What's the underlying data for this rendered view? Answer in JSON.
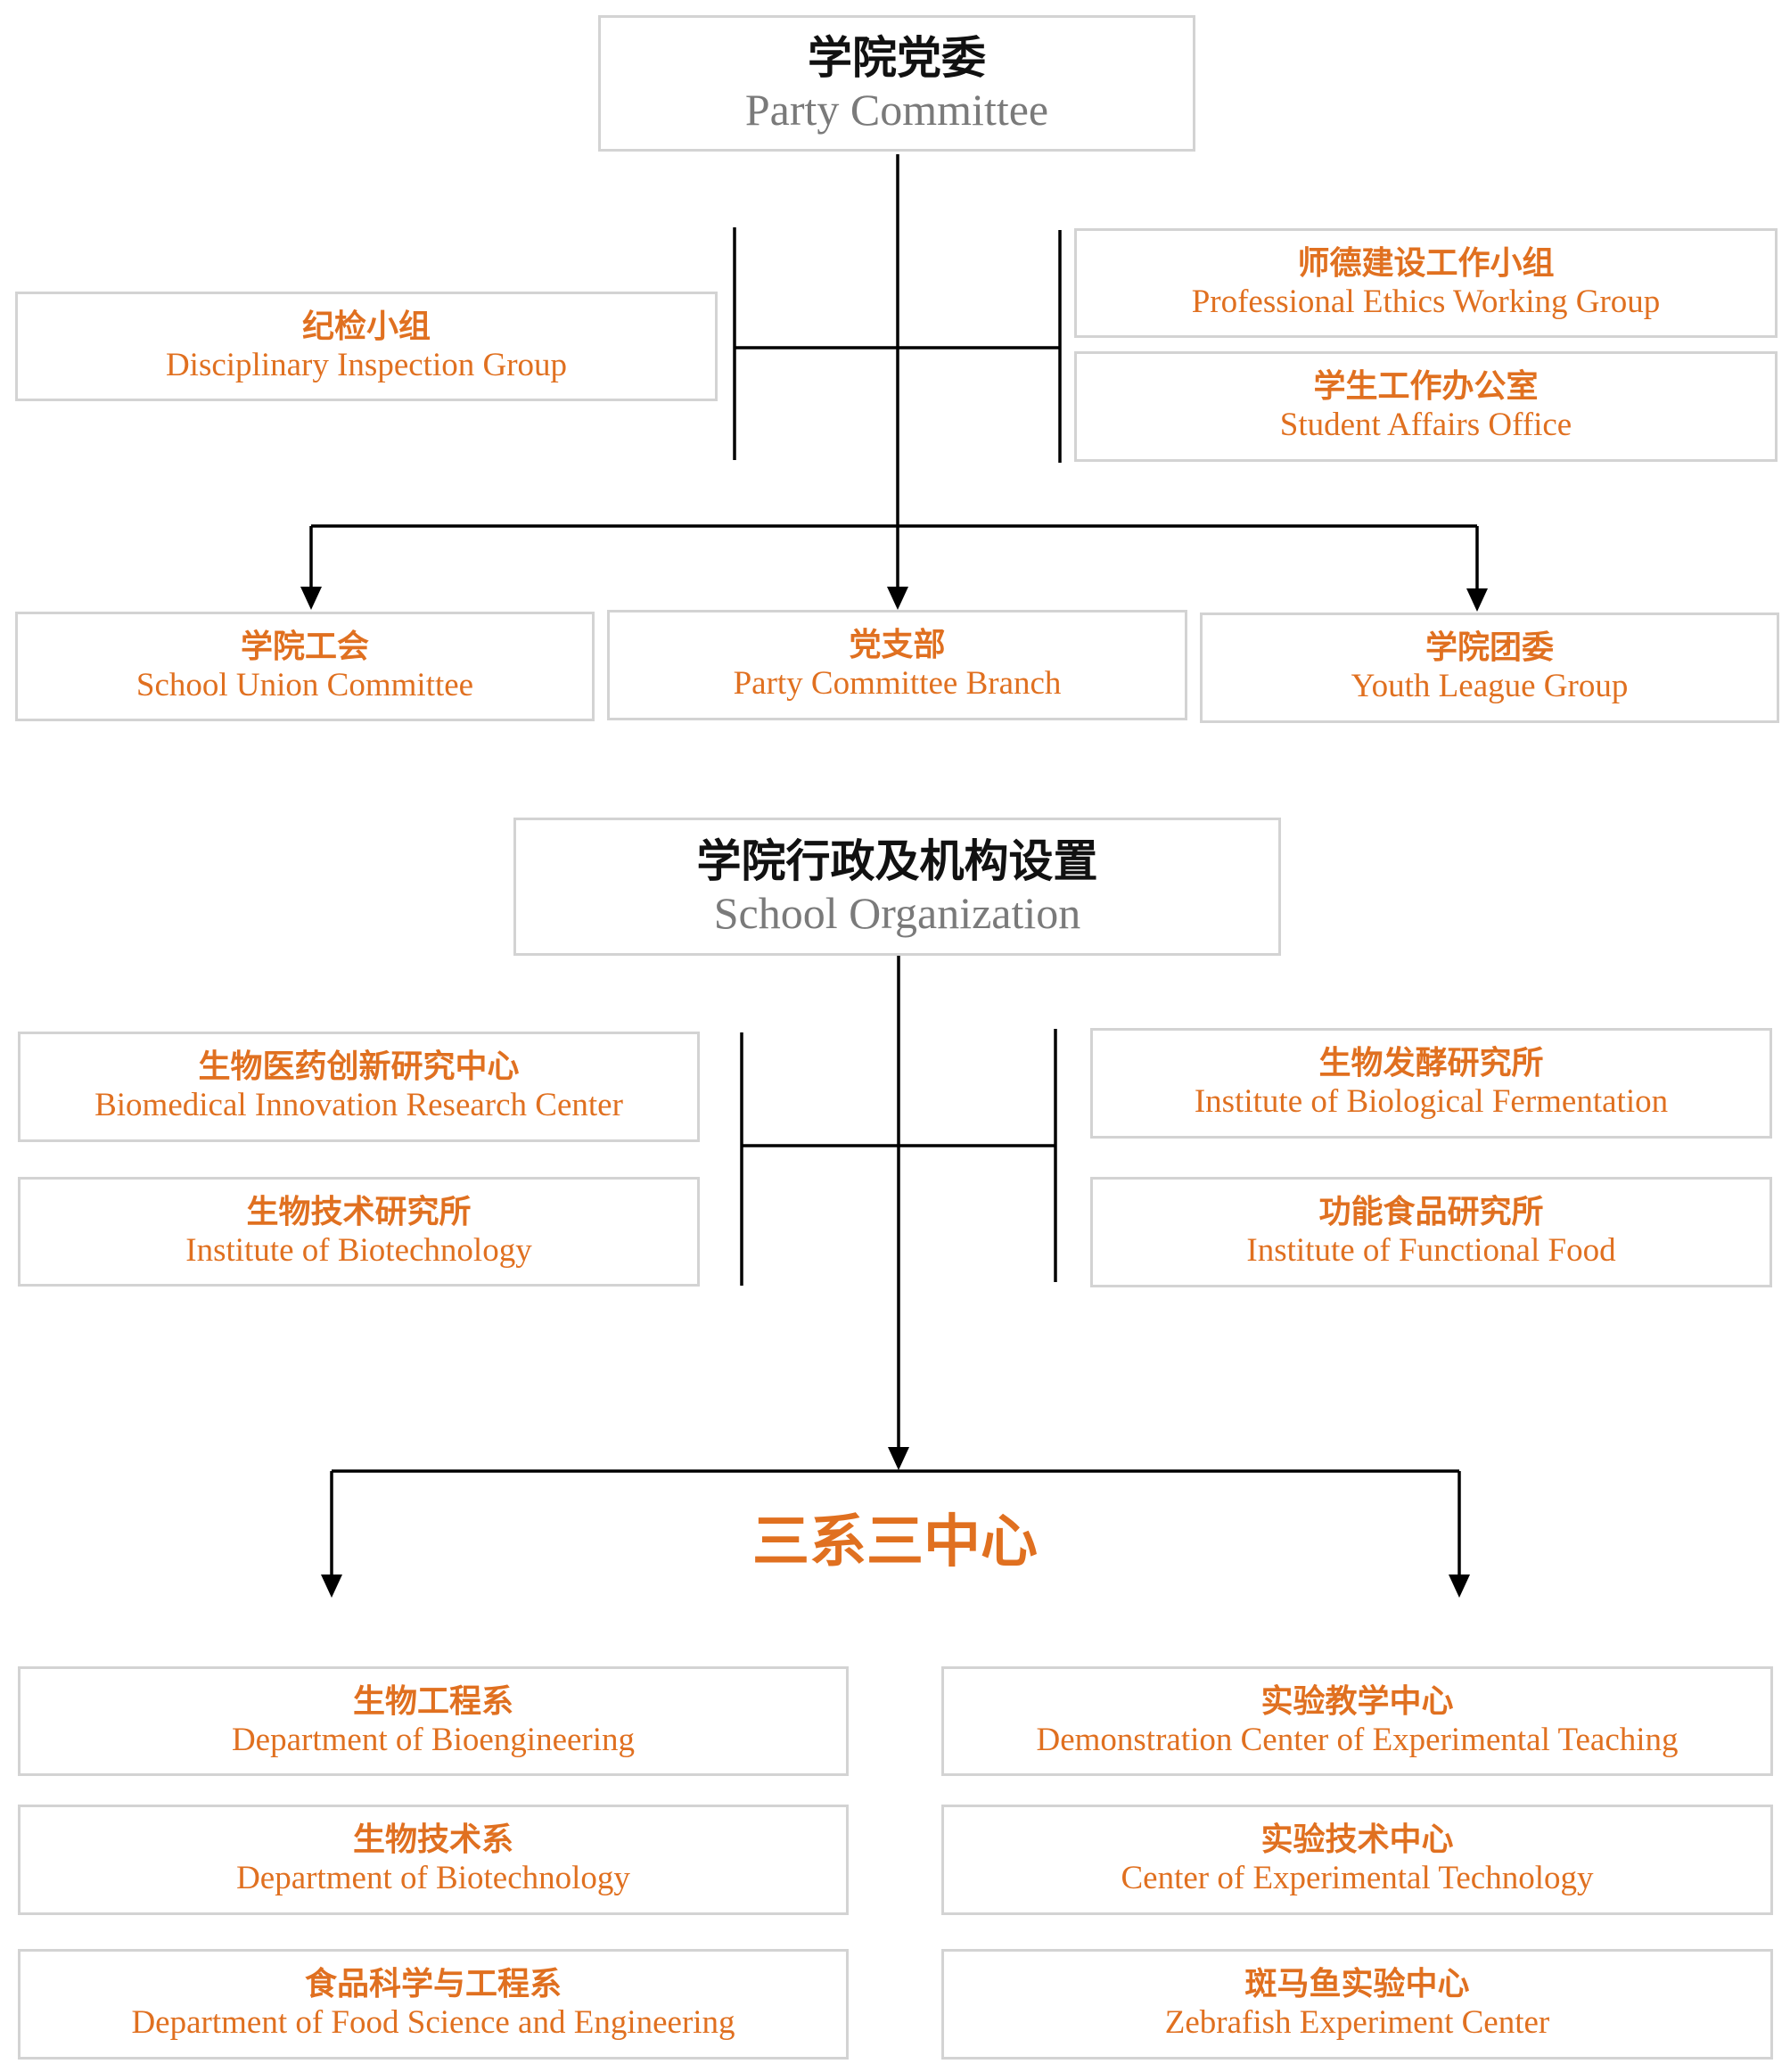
{
  "party": {
    "header": {
      "zh": "学院党委",
      "en": "Party Committee"
    },
    "side_left": [
      {
        "zh": "纪检小组",
        "en": "Disciplinary Inspection Group"
      }
    ],
    "side_right": [
      {
        "zh": "师德建设工作小组",
        "en": "Professional Ethics Working Group"
      },
      {
        "zh": "学生工作办公室",
        "en": "Student Affairs Office"
      }
    ],
    "children": [
      {
        "zh": "学院工会",
        "en": "School Union Committee"
      },
      {
        "zh": "党支部",
        "en": "Party Committee Branch"
      },
      {
        "zh": "学院团委",
        "en": "Youth League Group"
      }
    ]
  },
  "admin": {
    "header": {
      "zh": "学院行政及机构设置",
      "en": "School Organization"
    },
    "side_left": [
      {
        "zh": "生物医药创新研究中心",
        "en": "Biomedical Innovation Research Center"
      },
      {
        "zh": "生物技术研究所",
        "en": "Institute of Biotechnology"
      }
    ],
    "side_right": [
      {
        "zh": "生物发酵研究所",
        "en": "Institute of Biological Fermentation"
      },
      {
        "zh": "功能食品研究所",
        "en": "Institute of Functional Food"
      }
    ],
    "center_label": "三系三中心",
    "departments": [
      {
        "zh": "生物工程系",
        "en": "Department of Bioengineering"
      },
      {
        "zh": "生物技术系",
        "en": "Department of Biotechnology"
      },
      {
        "zh": "食品科学与工程系",
        "en": "Department of Food Science and Engineering"
      }
    ],
    "centers": [
      {
        "zh": "实验教学中心",
        "en": "Demonstration Center of Experimental Teaching"
      },
      {
        "zh": "实验技术中心",
        "en": "Center of Experimental Technology"
      },
      {
        "zh": "斑马鱼实验中心",
        "en": "Zebrafish Experiment Center"
      }
    ]
  },
  "colors": {
    "accent": "#e07020",
    "heading": "#111111",
    "heading_en": "#7a7a7a",
    "border": "#d3d3d3",
    "line": "#000000"
  }
}
